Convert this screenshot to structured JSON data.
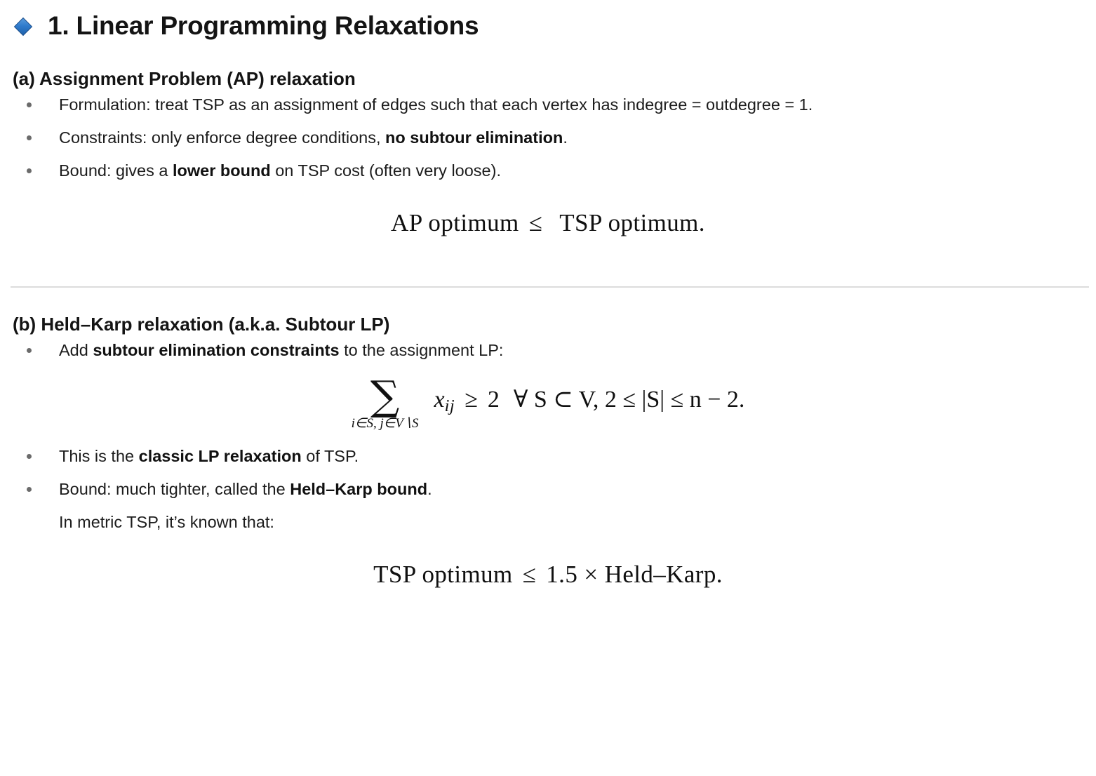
{
  "document": {
    "title": "1. Linear Programming Relaxations",
    "title_icon": "blue-diamond-icon",
    "accent_color": "#2a6fc9",
    "text_color": "#1c1c1c",
    "bullet_color": "#6b6b6b",
    "divider_color": "#dcdcdc"
  },
  "section_a": {
    "heading": "(a) Assignment Problem (AP) relaxation",
    "bullets": [
      {
        "parts": [
          {
            "text": "Formulation: treat TSP as an assignment of edges such that each vertex has indegree = outdegree = 1.",
            "bold": false
          }
        ]
      },
      {
        "parts": [
          {
            "text": "Constraints: only enforce degree conditions, ",
            "bold": false
          },
          {
            "text": "no subtour elimination",
            "bold": true
          },
          {
            "text": ".",
            "bold": false
          }
        ]
      },
      {
        "parts": [
          {
            "text": "Bound: gives a ",
            "bold": false
          },
          {
            "text": "lower bound",
            "bold": true
          },
          {
            "text": " on TSP cost (often very loose).",
            "bold": false
          }
        ]
      }
    ],
    "equation": {
      "left": "AP optimum",
      "relation": "≤",
      "right": "TSP optimum.",
      "plain": "AP optimum ≤ TSP optimum."
    }
  },
  "section_b": {
    "heading": "(b) Held–Karp relaxation (a.k.a. Subtour LP)",
    "bullets_top": [
      {
        "parts": [
          {
            "text": "Add ",
            "bold": false
          },
          {
            "text": "subtour elimination constraints",
            "bold": true
          },
          {
            "text": " to the assignment LP:",
            "bold": false
          }
        ]
      }
    ],
    "summation": {
      "sigma": "∑",
      "subscript": "i∈S, j∈V∖S",
      "variable": "x",
      "variable_sub": "ij",
      "relation": "≥",
      "rhs": "2",
      "condition": "∀ S ⊂ V, 2 ≤ |S| ≤ n − 2.",
      "plain": "∑_{i∈S, j∈V∖S} x_ij ≥ 2   ∀ S ⊂ V, 2 ≤ |S| ≤ n − 2."
    },
    "bullets_bottom": [
      {
        "parts": [
          {
            "text": "This is the ",
            "bold": false
          },
          {
            "text": "classic LP relaxation",
            "bold": true
          },
          {
            "text": " of TSP.",
            "bold": false
          }
        ]
      },
      {
        "parts": [
          {
            "text": "Bound: much tighter, called the ",
            "bold": false
          },
          {
            "text": "Held–Karp bound",
            "bold": true
          },
          {
            "text": ".",
            "bold": false
          }
        ]
      }
    ],
    "note": "In metric TSP, it’s known that:",
    "equation": {
      "left": "TSP optimum",
      "relation": "≤",
      "right": "1.5 × Held–Karp.",
      "plain": "TSP optimum ≤ 1.5 × Held–Karp."
    }
  }
}
